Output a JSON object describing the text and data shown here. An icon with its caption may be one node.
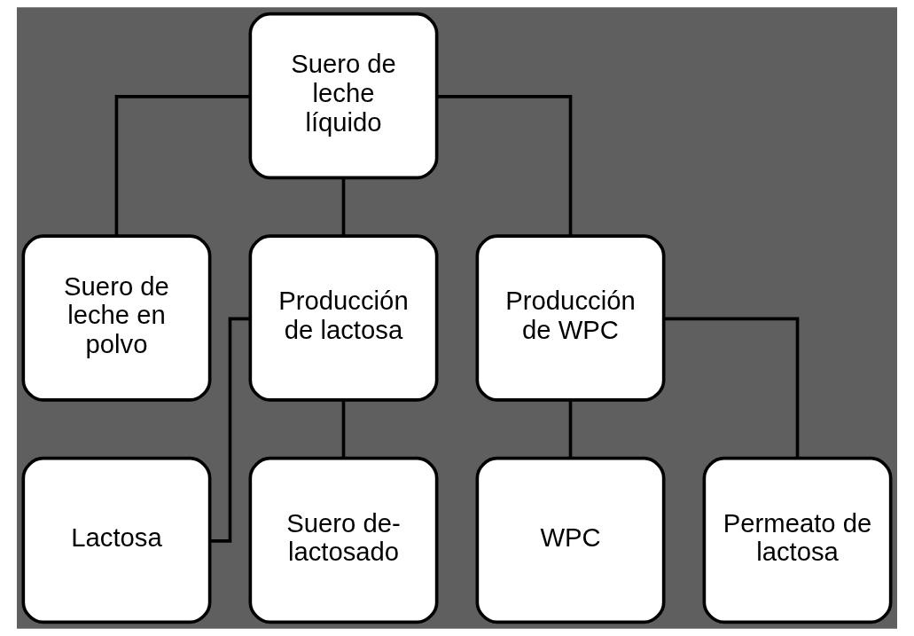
{
  "diagram": {
    "nodes": [
      {
        "text": [
          "Suero de leche líquido"
        ]
      },
      {
        "text": [
          "Suero de leche en polvo"
        ]
      },
      {
        "text": [
          "Producción de lactosa"
        ]
      },
      {
        "text": [
          "Producción de WPC"
        ]
      },
      {
        "text": [
          "Lactosa"
        ]
      },
      {
        "text": [
          "Suero de- lactosado"
        ]
      },
      {
        "text": [
          "WPC"
        ]
      },
      {
        "text": [
          "Permeato de lactosa"
        ]
      }
    ],
    "edges": [
      {
        "from": 0,
        "to": 1,
        "arrow": "none"
      },
      {
        "from": 0,
        "to": 2,
        "arrow": "none"
      },
      {
        "from": 0,
        "to": 3,
        "arrow": "none"
      },
      {
        "from": 2,
        "to": 4,
        "arrow": "none"
      },
      {
        "from": 2,
        "to": 5,
        "arrow": "none"
      },
      {
        "from": 3,
        "to": 6,
        "arrow": "none"
      },
      {
        "from": 3,
        "to": 7,
        "arrow": "none"
      }
    ]
  }
}
